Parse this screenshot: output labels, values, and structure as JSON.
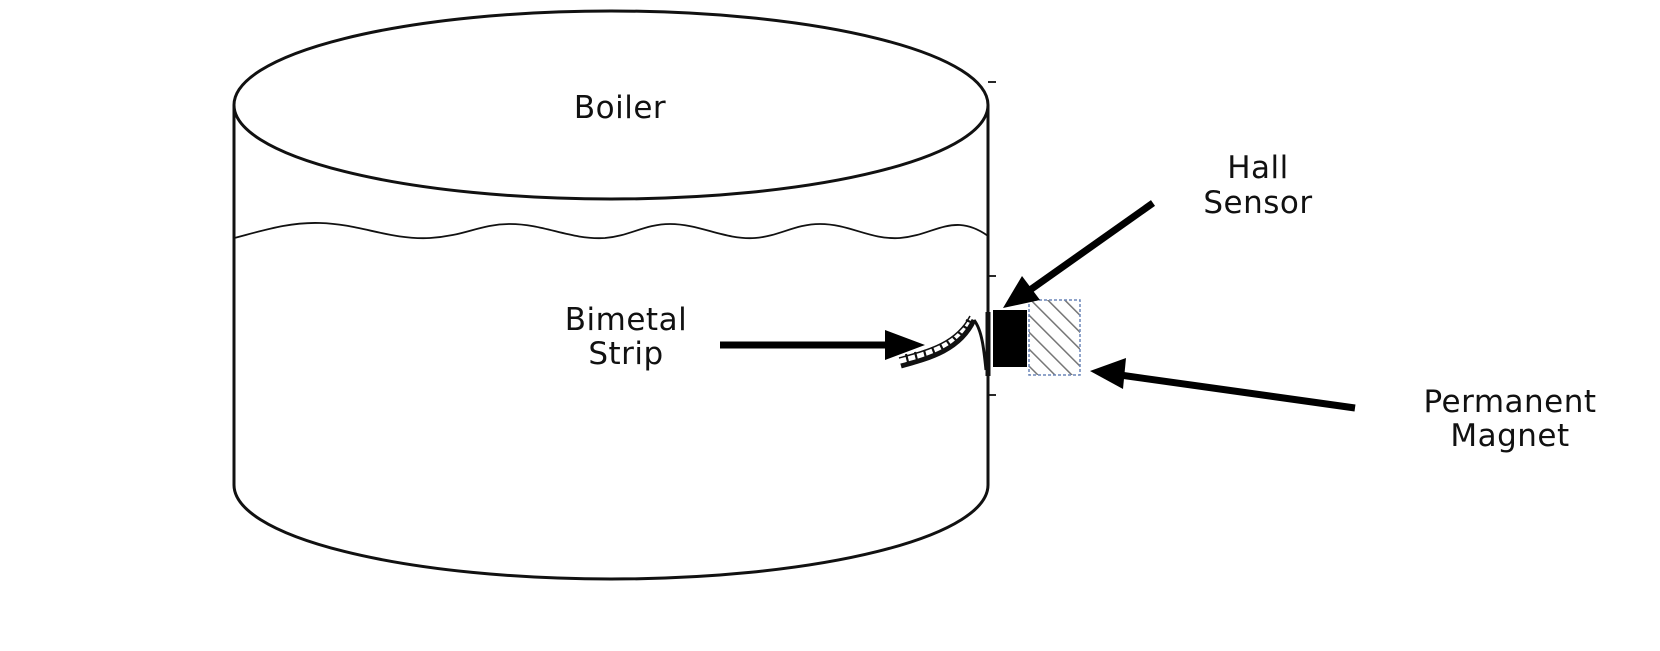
{
  "labels": {
    "boiler": "Boiler",
    "bimetal_line1": "Bimetal",
    "bimetal_line2": "Strip",
    "hall_line1": "Hall",
    "hall_line2": "Sensor",
    "magnet_line1": "Permanent",
    "magnet_line2": "Magnet"
  },
  "colors": {
    "ink": "#111111",
    "hatch": "#777777",
    "magnet_border": "#6b86b8"
  }
}
